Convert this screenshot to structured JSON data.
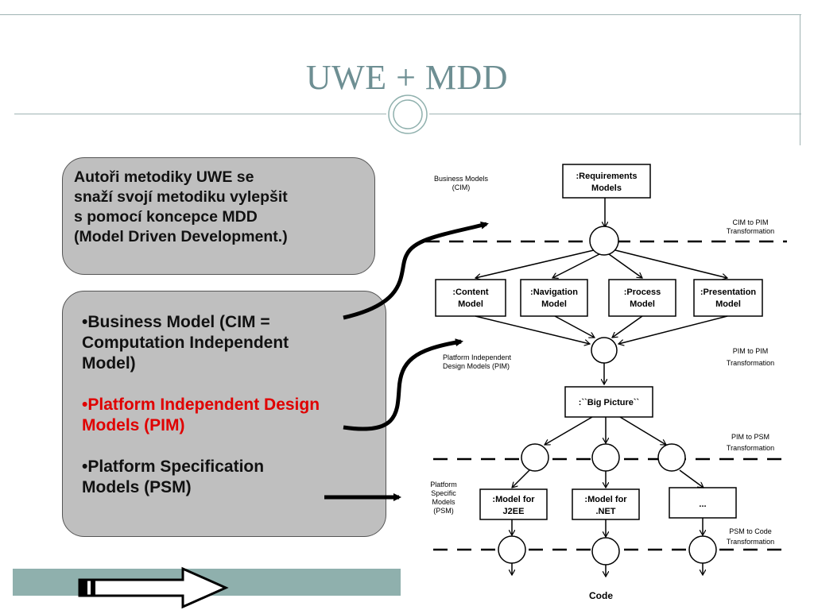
{
  "title": "UWE + MDD",
  "callout_top": {
    "lines": [
      "Autoři metodiky UWE se",
      "snaží  svojí metodiku vylepšit",
      "s pomocí koncepce MDD",
      "(Model Driven Development.)"
    ]
  },
  "callout_bottom": {
    "items": [
      {
        "text": "•Business Model (CIM = Computation Independent Model)",
        "color": "#111111"
      },
      {
        "text": "•Platform Independent Design Models (PIM)",
        "color": "#e00000"
      },
      {
        "text": "•Platform Specification Models (PSM)",
        "color": "#111111"
      }
    ]
  },
  "diagram": {
    "left_labels": {
      "cim": [
        "Business Models",
        "(CIM)"
      ],
      "pim": [
        "Platform Independent",
        "Design Models (PIM)"
      ],
      "psm": [
        "Platform",
        "Specific",
        "Models",
        "(PSM)"
      ]
    },
    "right_labels": {
      "cim_to_pim": [
        "CIM to PIM",
        "Transformation"
      ],
      "pim_to_pim": [
        "PIM to PIM",
        "Transformation"
      ],
      "pim_to_psm": [
        "PIM to PSM",
        "Transformation"
      ],
      "psm_to_code": [
        "PSM to Code",
        "Transformation"
      ]
    },
    "boxes": {
      "requirements": [
        ":Requirements",
        "Models"
      ],
      "content": [
        ":Content",
        "Model"
      ],
      "navigation": [
        ":Navigation",
        "Model"
      ],
      "process": [
        ":Process",
        "Model"
      ],
      "presentation": [
        ":Presentation",
        "Model"
      ],
      "big_picture": [
        ":``Big Picture``"
      ],
      "j2ee": [
        ":Model for",
        "J2EE"
      ],
      "net": [
        ":Model for",
        ".NET"
      ],
      "other": [
        "..."
      ]
    },
    "code_label": "Code"
  },
  "colors": {
    "title": "#6e8f93",
    "callout_fill": "#bfbfbf",
    "highlight": "#e00000",
    "bottom_bar": "#8fb0ad"
  }
}
